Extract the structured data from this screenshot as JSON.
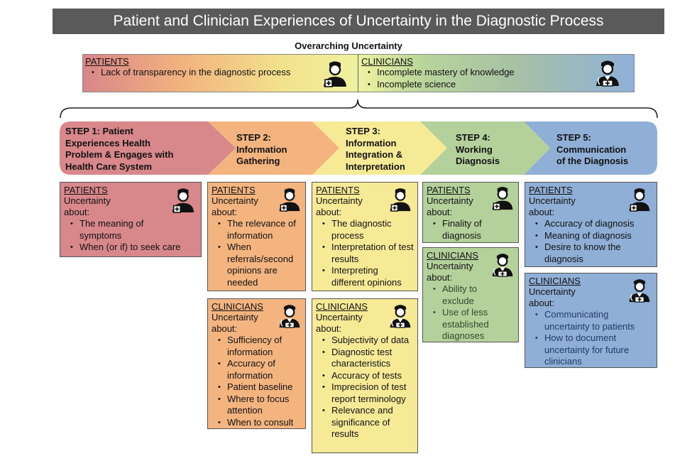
{
  "title": "Patient and Clinician Experiences of Uncertainty in the Diagnostic Process",
  "overarching": {
    "label": "Overarching Uncertainty",
    "patients": {
      "header": "PATIENTS",
      "items": [
        "Lack of transparency in the diagnostic process"
      ]
    },
    "clinicians": {
      "header": "CLINICIANS",
      "items": [
        "Incomplete mastery of knowledge",
        "Incomplete science"
      ]
    }
  },
  "steps": [
    {
      "lines": [
        "STEP 1: Patient",
        "Experiences Health",
        "Problem & Engages with",
        "Health Care System"
      ]
    },
    {
      "lines": [
        "STEP 2:",
        "Information",
        "Gathering"
      ]
    },
    {
      "lines": [
        "STEP 3:",
        "Information",
        "Integration &",
        "Interpretation"
      ]
    },
    {
      "lines": [
        "STEP 4:",
        "Working",
        "Diagnosis"
      ]
    },
    {
      "lines": [
        "STEP 5:",
        "Communication",
        "of the Diagnosis"
      ]
    }
  ],
  "cards": {
    "uncertainty_label": "Uncertainty",
    "about_label": "about:",
    "s1_patients": {
      "header": "PATIENTS",
      "items": [
        "The meaning of symptoms",
        "When (or if) to seek care"
      ]
    },
    "s2_patients": {
      "header": "PATIENTS",
      "items": [
        "The relevance of information",
        "When referrals/second opinions are needed"
      ]
    },
    "s2_clinicians": {
      "header": "CLINICIANS",
      "items": [
        "Sufficiency of information",
        "Accuracy of information",
        "Patient baseline",
        "Where to focus attention",
        "When to consult"
      ]
    },
    "s3_patients": {
      "header": "PATIENTS",
      "items": [
        "The diagnostic process",
        "Interpretation of test results",
        "Interpreting different opinions"
      ]
    },
    "s3_clinicians": {
      "header": "CLINICIANS",
      "items": [
        "Subjectivity of data",
        "Diagnostic test characteristics",
        "Accuracy of tests",
        "Imprecision of test report terminology",
        "Relevance and significance of results"
      ]
    },
    "s4_patients": {
      "header": "PATIENTS",
      "items": [
        "Finality of diagnosis"
      ]
    },
    "s4_clinicians": {
      "header": "CLINICIANS",
      "items": [
        "Ability to exclude",
        "Use of less established diagnoses"
      ]
    },
    "s5_patients": {
      "header": "PATIENTS",
      "items": [
        "Accuracy of diagnosis",
        "Meaning of diagnosis",
        "Desire to know the diagnosis"
      ]
    },
    "s5_clinicians": {
      "header": "CLINICIANS",
      "items": [
        "Communicating uncertainty to patients",
        "How to document uncertainty for future clinicians"
      ]
    }
  },
  "colors": {
    "step1": "#d8878b",
    "step2": "#f4b47f",
    "step3": "#f7ea96",
    "step4": "#b4d19b",
    "step5": "#90afd7",
    "title_bg": "#5a5a5a",
    "clinician_text_s5": "#1f3a68",
    "clinician_text_s4": "#2e4a2e"
  },
  "icons": {
    "patient": "patient-icon",
    "clinician": "clinician-icon"
  }
}
